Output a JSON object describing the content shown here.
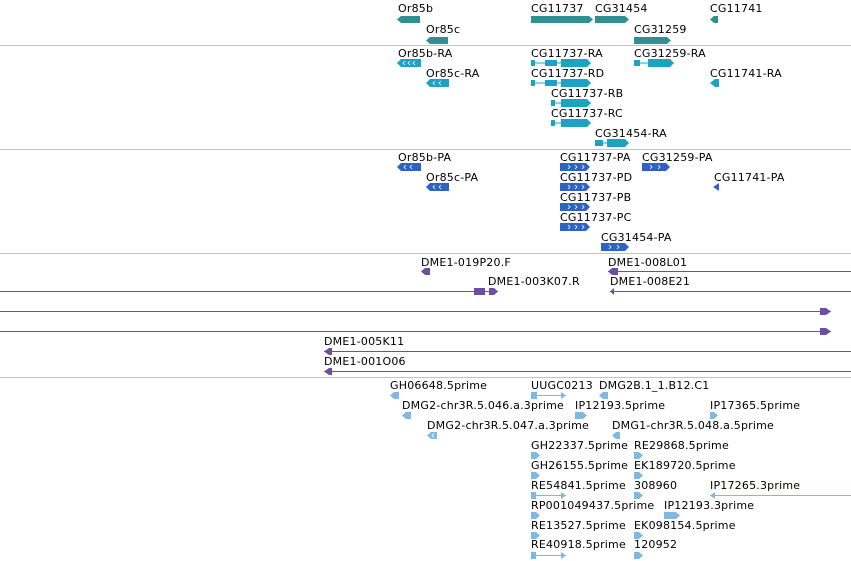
{
  "colors": {
    "gene": "#2e9090",
    "transcript": "#1ba3c4",
    "protein": "#2d62c8",
    "clone": "#6b4fa3",
    "est": "#80b8e0",
    "separator": "#c4c4c4"
  },
  "tracks": {
    "genes": {
      "labels": [
        "Or85b",
        "Or85c",
        "CG11737",
        "CG31454",
        "CG31259",
        "CG11741"
      ]
    },
    "transcripts": {
      "labels": [
        "Or85b-RA",
        "Or85c-RA",
        "CG11737-RA",
        "CG31259-RA",
        "CG11737-RD",
        "CG11741-RA",
        "CG11737-RB",
        "CG11737-RC",
        "CG31454-RA"
      ]
    },
    "proteins": {
      "labels": [
        "Or85b-PA",
        "Or85c-PA",
        "CG11737-PA",
        "CG31259-PA",
        "CG11737-PD",
        "CG11741-PA",
        "CG11737-PB",
        "CG11737-PC",
        "CG31454-PA"
      ]
    },
    "clones": {
      "labels": [
        "DME1-019P20.F",
        "DME1-008L01",
        "DME1-003K07.R",
        "DME1-008E21",
        "DME1-005K11",
        "DME1-001O06"
      ]
    },
    "ests": {
      "labels": [
        "GH06648.5prime",
        "UUGC0213",
        "DMG2B.1_1.B12.C1",
        "DMG2-chr3R.5.046.a.3prime",
        "IP12193.5prime",
        "IP17365.5prime",
        "DMG2-chr3R.5.047.a.3prime",
        "DMG1-chr3R.5.048.a.5prime",
        "GH22337.5prime",
        "RE29868.5prime",
        "GH26155.5prime",
        "EK189720.5prime",
        "RE54841.5prime",
        "308960",
        "IP17265.3prime",
        "RP001049437.5prime",
        "IP12193.3prime",
        "RE13527.5prime",
        "EK098154.5prime",
        "RE40918.5prime",
        "120952"
      ]
    }
  }
}
